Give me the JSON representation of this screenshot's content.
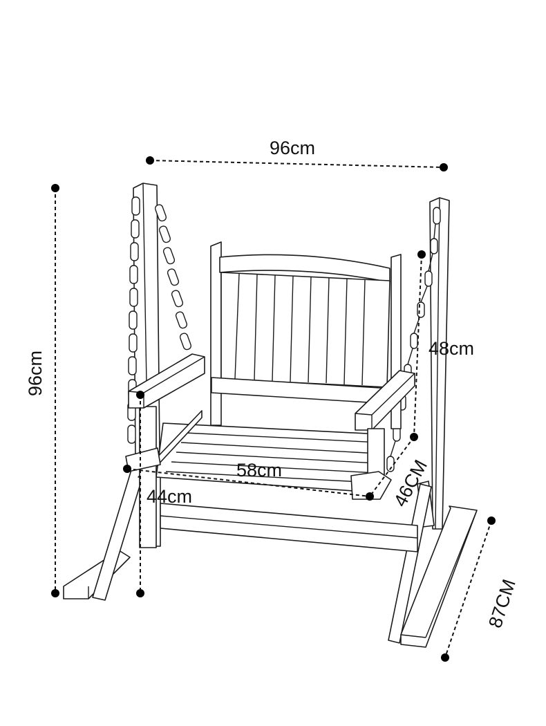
{
  "colors": {
    "line": "#1a1a1a",
    "background": "#ffffff",
    "dimension": "#111111"
  },
  "dimensions": {
    "total_width": "96cm",
    "total_height": "96cm",
    "back_height": "48cm",
    "seat_width": "58cm",
    "seat_depth": "46CM",
    "armrest_height": "44cm",
    "base_depth": "87CM"
  }
}
